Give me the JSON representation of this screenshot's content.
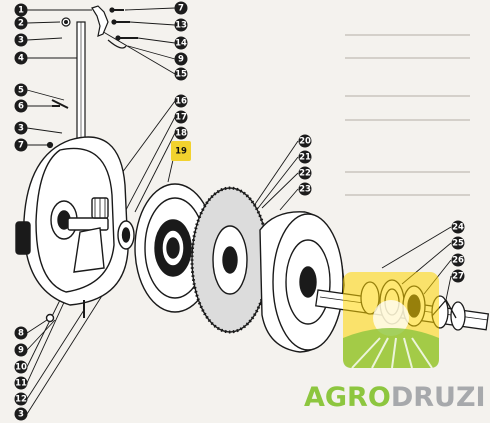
{
  "colors": {
    "background": "#f4f2ee",
    "ink": "#1a1a1a",
    "callout_fill": "#1c1c1c",
    "callout_highlight": "#f2d22e",
    "watermark_green": "#8dc63f",
    "watermark_gray": "#a7a9ac",
    "watermark_yellow": "#ffd500"
  },
  "callouts": {
    "left": [
      "1",
      "2",
      "3",
      "4",
      "5",
      "6",
      "3",
      "7",
      "8",
      "9",
      "10",
      "11",
      "12",
      "3"
    ],
    "top_right": [
      "7",
      "13",
      "14",
      "9",
      "15"
    ],
    "center": [
      "16",
      "17",
      "18",
      "19"
    ],
    "right": [
      "20",
      "21",
      "22",
      "23"
    ],
    "far_right": [
      "24",
      "25",
      "26",
      "27"
    ]
  },
  "highlighted_callout": "19",
  "watermark": {
    "part1": "AGRO",
    "part2": "DRUZI",
    "logo_icon": "sun-field-logo-icon"
  }
}
